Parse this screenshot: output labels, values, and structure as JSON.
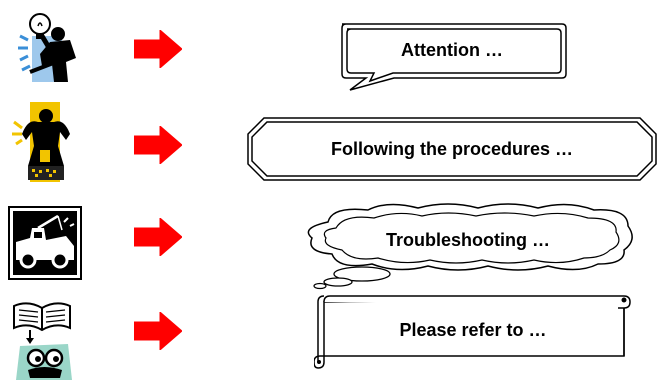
{
  "legend": {
    "rows": [
      {
        "icon": "idea-person-icon",
        "callout_shape": "speech-bubble",
        "text": "Attention …"
      },
      {
        "icon": "strongman-icon",
        "callout_shape": "octagon-banner",
        "text": "Following the procedures …"
      },
      {
        "icon": "tow-truck-icon",
        "callout_shape": "thought-cloud",
        "text": "Troubleshooting …"
      },
      {
        "icon": "reader-book-icon",
        "callout_shape": "scroll",
        "text": "Please refer to …"
      }
    ],
    "arrow_color": "#ff0000"
  }
}
